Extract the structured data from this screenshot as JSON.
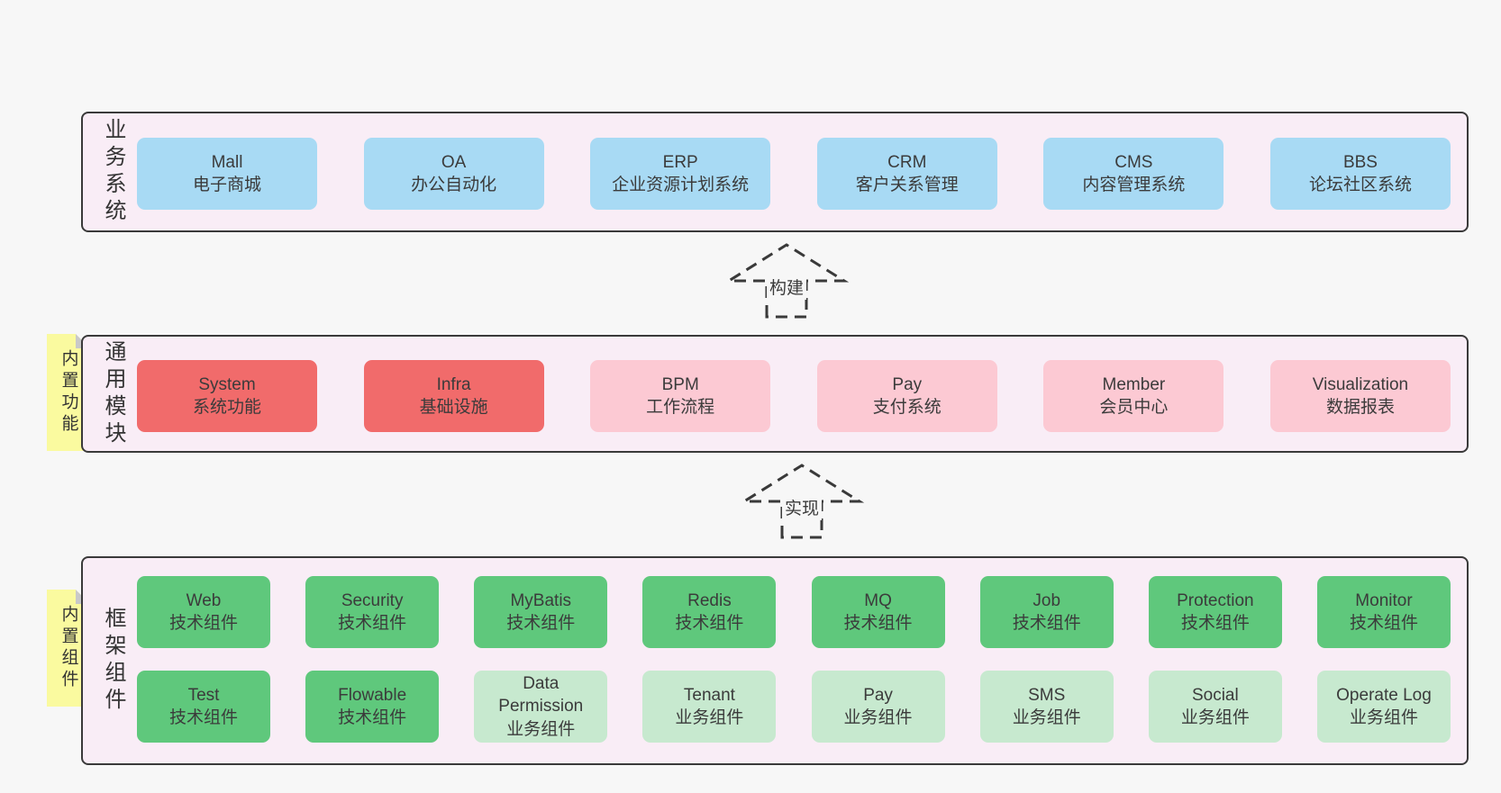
{
  "colors": {
    "page_bg": "#f7f7f7",
    "panel_bg": "#f9edf6",
    "panel_border": "#3a3a3a",
    "box_blue": "#a8daf4",
    "box_red": "#f16b6b",
    "box_pink": "#fcc9d3",
    "box_green": "#5fc87c",
    "box_light_green": "#c7e9cf",
    "sticky_yellow": "#fafa9f",
    "sticky_fold_gray": "#c9c9c9",
    "text": "#3b3b3b"
  },
  "sections": [
    {
      "label": "业务系统",
      "sticky": null,
      "rows": [
        [
          {
            "name": "Mall",
            "desc": "电子商城",
            "color": "blue"
          },
          {
            "name": "OA",
            "desc": "办公自动化",
            "color": "blue"
          },
          {
            "name": "ERP",
            "desc": "企业资源计划系统",
            "color": "blue"
          },
          {
            "name": "CRM",
            "desc": "客户关系管理",
            "color": "blue"
          },
          {
            "name": "CMS",
            "desc": "内容管理系统",
            "color": "blue"
          },
          {
            "name": "BBS",
            "desc": "论坛社区系统",
            "color": "blue"
          }
        ]
      ]
    },
    {
      "label": "通用模块",
      "sticky": "内置功能",
      "rows": [
        [
          {
            "name": "System",
            "desc": "系统功能",
            "color": "red"
          },
          {
            "name": "Infra",
            "desc": "基础设施",
            "color": "red"
          },
          {
            "name": "BPM",
            "desc": "工作流程",
            "color": "pink"
          },
          {
            "name": "Pay",
            "desc": "支付系统",
            "color": "pink"
          },
          {
            "name": "Member",
            "desc": "会员中心",
            "color": "pink"
          },
          {
            "name": "Visualization",
            "desc": "数据报表",
            "color": "pink"
          }
        ]
      ]
    },
    {
      "label": "框架组件",
      "sticky": "内置组件",
      "rows": [
        [
          {
            "name": "Web",
            "desc": "技术组件",
            "color": "green"
          },
          {
            "name": "Security",
            "desc": "技术组件",
            "color": "green"
          },
          {
            "name": "MyBatis",
            "desc": "技术组件",
            "color": "green"
          },
          {
            "name": "Redis",
            "desc": "技术组件",
            "color": "green"
          },
          {
            "name": "MQ",
            "desc": "技术组件",
            "color": "green"
          },
          {
            "name": "Job",
            "desc": "技术组件",
            "color": "green"
          },
          {
            "name": "Protection",
            "desc": "技术组件",
            "color": "green"
          },
          {
            "name": "Monitor",
            "desc": "技术组件",
            "color": "green"
          }
        ],
        [
          {
            "name": "Test",
            "desc": "技术组件",
            "color": "green"
          },
          {
            "name": "Flowable",
            "desc": "技术组件",
            "color": "green"
          },
          {
            "name": "Data Permission",
            "desc": "业务组件",
            "color": "light_green"
          },
          {
            "name": "Tenant",
            "desc": "业务组件",
            "color": "light_green"
          },
          {
            "name": "Pay",
            "desc": "业务组件",
            "color": "light_green"
          },
          {
            "name": "SMS",
            "desc": "业务组件",
            "color": "light_green"
          },
          {
            "name": "Social",
            "desc": "业务组件",
            "color": "light_green"
          },
          {
            "name": "Operate Log",
            "desc": "业务组件",
            "color": "light_green"
          }
        ]
      ]
    }
  ],
  "arrows": [
    {
      "label": "构建"
    },
    {
      "label": "实现"
    }
  ]
}
